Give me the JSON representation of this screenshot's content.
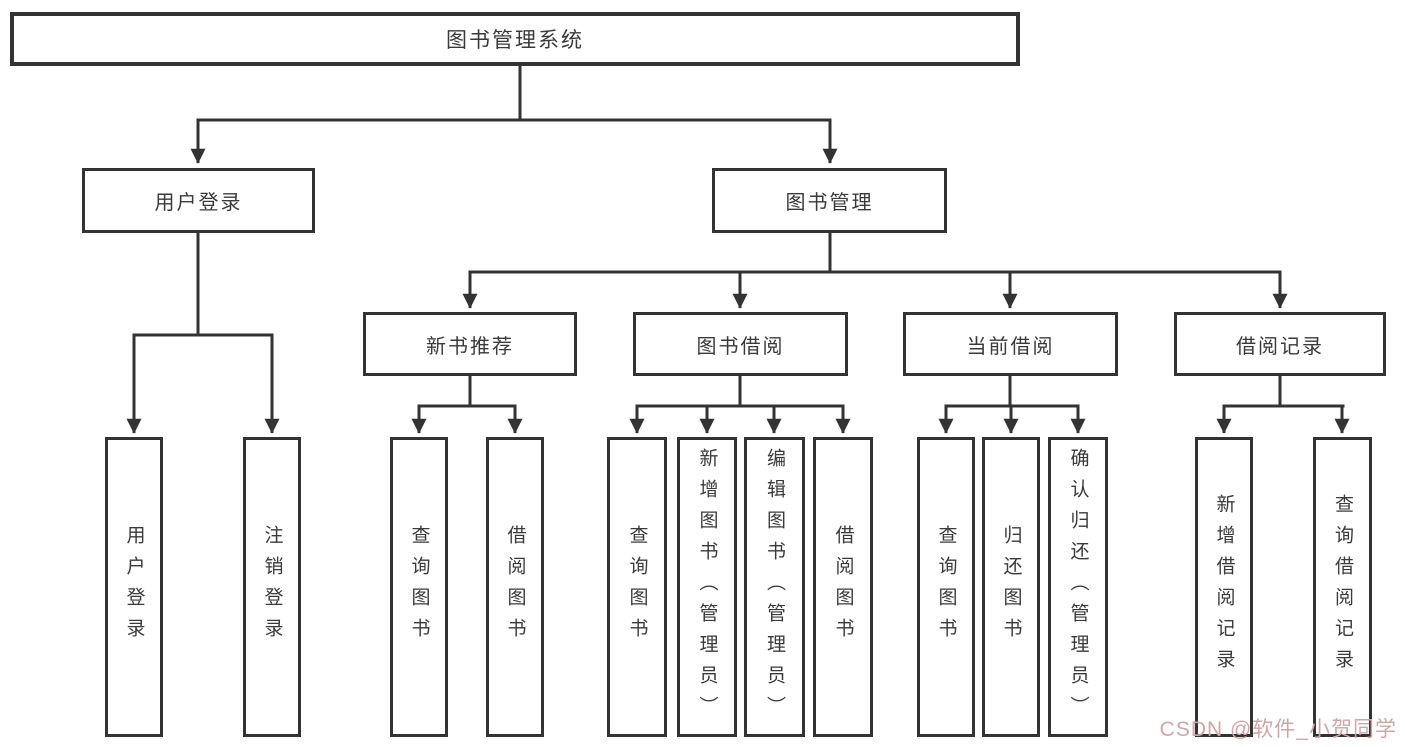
{
  "diagram": {
    "root": {
      "label": "图书管理系统",
      "children": [
        {
          "label": "用户登录",
          "children": [
            {
              "label": "用户登录"
            },
            {
              "label": "注销登录"
            }
          ]
        },
        {
          "label": "图书管理",
          "children": [
            {
              "label": "新书推荐",
              "children": [
                {
                  "label": "查询图书"
                },
                {
                  "label": "借阅图书"
                }
              ]
            },
            {
              "label": "图书借阅",
              "children": [
                {
                  "label": "查询图书"
                },
                {
                  "label": "新增图书（管理员）"
                },
                {
                  "label": "编辑图书（管理员）"
                },
                {
                  "label": "借阅图书"
                }
              ]
            },
            {
              "label": "当前借阅",
              "children": [
                {
                  "label": "查询图书"
                },
                {
                  "label": "归还图书"
                },
                {
                  "label": "确认归还（管理员）"
                }
              ]
            },
            {
              "label": "借阅记录",
              "children": [
                {
                  "label": "新增借阅记录"
                },
                {
                  "label": "查询借阅记录"
                }
              ]
            }
          ]
        }
      ]
    },
    "colors": {
      "line": "#333333",
      "box_border": "#333333",
      "text": "#3a3a3a",
      "background": "#ffffff"
    }
  },
  "watermark": {
    "text": "CSDN @软件_小贺同学",
    "color": "#cfa6a6"
  }
}
